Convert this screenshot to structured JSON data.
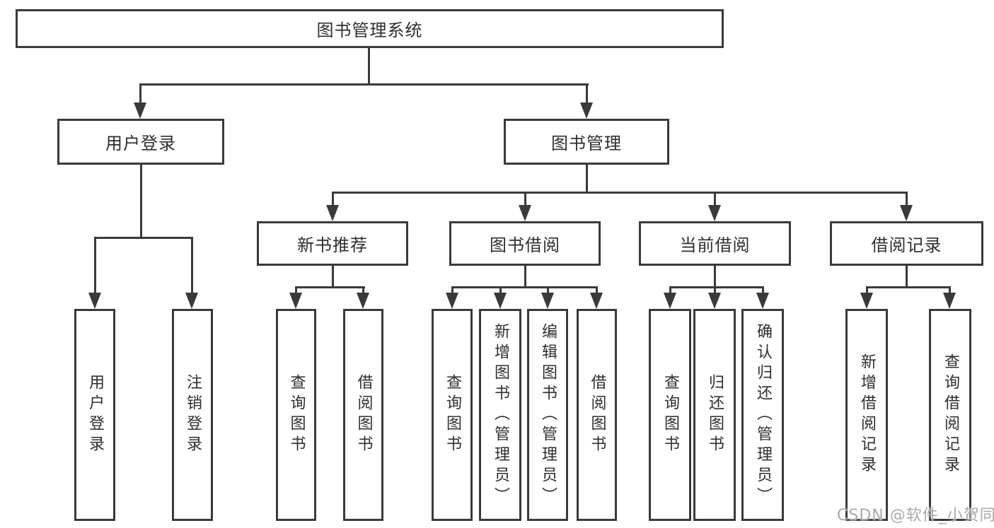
{
  "title": "图书管理系统",
  "tree": {
    "root": {
      "label": "图书管理系统"
    },
    "branches": [
      {
        "label": "用户登录",
        "children": [
          {
            "label": "用户登录"
          },
          {
            "label": "注销登录"
          }
        ]
      },
      {
        "label": "图书管理",
        "groups": [
          {
            "label": "新书推荐",
            "children": [
              {
                "label": "查询图书"
              },
              {
                "label": "借阅图书"
              }
            ]
          },
          {
            "label": "图书借阅",
            "children": [
              {
                "label": "查询图书"
              },
              {
                "label": "新增图书（管理员）"
              },
              {
                "label": "编辑图书（管理员）"
              },
              {
                "label": "借阅图书"
              }
            ]
          },
          {
            "label": "当前借阅",
            "children": [
              {
                "label": "查询图书"
              },
              {
                "label": "归还图书"
              },
              {
                "label": "确认归还（管理员）"
              }
            ]
          },
          {
            "label": "借阅记录",
            "children": [
              {
                "label": "新增借阅记录"
              },
              {
                "label": "查询借阅记录"
              }
            ]
          }
        ]
      }
    ]
  },
  "watermark": "CSDN @软件_小贺同学",
  "colors": {
    "line": "#3a3a3a",
    "text": "#2e2e2e",
    "background": "#ffffff",
    "watermark": "#a9a9a9"
  }
}
